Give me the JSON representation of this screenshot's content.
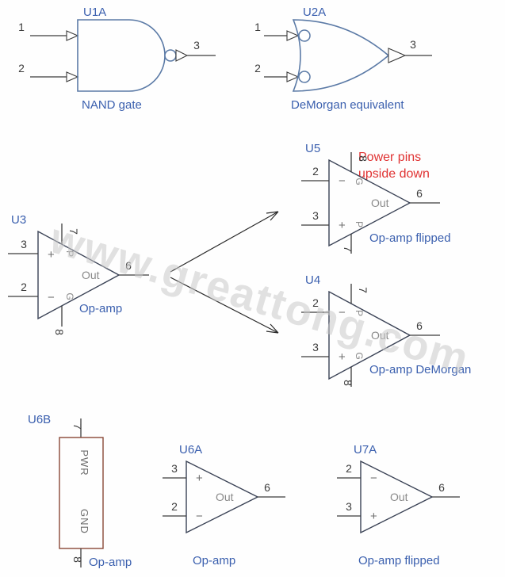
{
  "watermark": {
    "text": "www.greattong.com"
  },
  "note": {
    "line1": "Power pins",
    "line2": "upside down"
  },
  "colors": {
    "gate_blue": "#5b7aa6",
    "triangle_outline": "#3a4255",
    "wire": "#3c3c3c",
    "label_blue": "#3a5fae",
    "note_red": "#e03232",
    "inner_gray": "#8a8a8a",
    "box_brown": "#8a4736",
    "watermark_gray": "#c8c8c8"
  },
  "components": {
    "u1a": {
      "ref": "U1A",
      "pin1": "1",
      "pin2": "2",
      "pin3": "3",
      "caption": "NAND gate"
    },
    "u2a": {
      "ref": "U2A",
      "pin1": "1",
      "pin2": "2",
      "pin3": "3",
      "caption": "DeMorgan equivalent"
    },
    "u3": {
      "ref": "U3",
      "in_top": "3",
      "in_bot": "2",
      "sign_top": "+",
      "sign_bot": "−",
      "pwr_top": "7",
      "pwr_bot": "8",
      "pwr_top_tag": "P",
      "pwr_bot_tag": "G",
      "out_label": "Out",
      "out_pin": "6",
      "caption": "Op-amp"
    },
    "u5": {
      "ref": "U5",
      "in_top": "2",
      "in_bot": "3",
      "sign_top": "−",
      "sign_bot": "+",
      "pwr_top": "8",
      "pwr_bot": "7",
      "pwr_top_tag": "G",
      "pwr_bot_tag": "P",
      "out_label": "Out",
      "out_pin": "6",
      "caption": "Op-amp flipped"
    },
    "u4": {
      "ref": "U4",
      "in_top": "2",
      "in_bot": "3",
      "sign_top": "−",
      "sign_bot": "+",
      "pwr_top": "7",
      "pwr_bot": "8",
      "pwr_top_tag": "P",
      "pwr_bot_tag": "G",
      "out_label": "Out",
      "out_pin": "6",
      "caption": "Op-amp DeMorgan"
    },
    "u6b": {
      "ref": "U6B",
      "pwr_top": "7",
      "pwr_bot": "8",
      "top_label": "PWR",
      "bot_label": "GND",
      "caption": "Op-amp"
    },
    "u6a": {
      "ref": "U6A",
      "in_top": "3",
      "in_bot": "2",
      "sign_top": "+",
      "sign_bot": "−",
      "out_label": "Out",
      "out_pin": "6",
      "caption": "Op-amp"
    },
    "u7a": {
      "ref": "U7A",
      "in_top": "2",
      "in_bot": "3",
      "sign_top": "−",
      "sign_bot": "+",
      "out_label": "Out",
      "out_pin": "6",
      "caption": "Op-amp flipped"
    }
  }
}
